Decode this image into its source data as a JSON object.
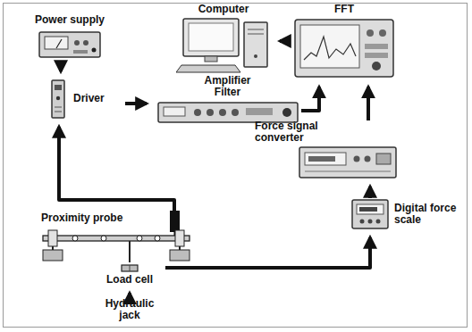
{
  "diagram": {
    "nodes": [
      {
        "text": [
          "Power supply"
        ]
      },
      {
        "text": [
          "Computer"
        ]
      },
      {
        "text": [
          "FFT"
        ]
      },
      {
        "text": [
          "Driver"
        ]
      },
      {
        "text": [
          "Amplifier Filter"
        ]
      },
      {
        "text": [
          "Force signal converter"
        ]
      },
      {
        "text": [
          "Proximity probe"
        ]
      },
      {
        "text": [
          "Digital force scale"
        ]
      },
      {
        "text": [
          "Load cell"
        ]
      },
      {
        "text": [
          "Hydraulic jack"
        ]
      }
    ],
    "edges": [
      {
        "from": 0,
        "to": 3,
        "arrow": "to"
      },
      {
        "from": 3,
        "to": 4,
        "arrow": "to"
      },
      {
        "from": 4,
        "to": 2,
        "arrow": "to"
      },
      {
        "from": 2,
        "to": 1,
        "arrow": "to"
      },
      {
        "from": 5,
        "to": 2,
        "arrow": "to"
      },
      {
        "from": 7,
        "to": 5,
        "arrow": "to"
      },
      {
        "from": 8,
        "to": 7,
        "arrow": "to"
      },
      {
        "from": 6,
        "to": 3,
        "arrow": "to"
      },
      {
        "from": 9,
        "to": 8,
        "arrow": "to"
      }
    ]
  }
}
